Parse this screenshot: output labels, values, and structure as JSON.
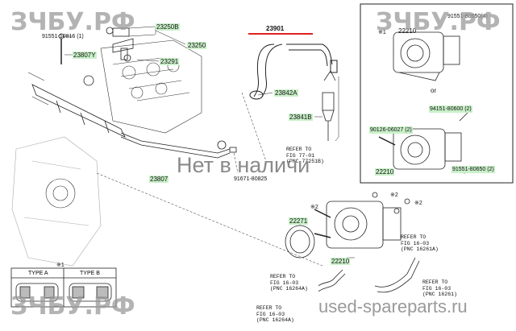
{
  "watermarks": {
    "brand": "ЗЧБУ.РФ",
    "stock_status": "Нет в наличи",
    "site": "used-spareparts.ru"
  },
  "parts": {
    "p23250b": "23250B",
    "p23250": "23250",
    "p23291": "23291",
    "p23807y": "23807Y",
    "p91551_10": "91551-10816 (1)",
    "p23807": "23807",
    "p91671": "91671-80825",
    "p23901": "23901",
    "p23842a": "23842A",
    "p23841b": "23841B",
    "p22271": "22271",
    "p22210_main": "22210",
    "p22210_inset": "22210",
    "p22210_top": "22210",
    "p91551_top": "91551-80650(4)",
    "p94151": "94151-80600 (2)",
    "p90126": "90126-06027 (2)",
    "p91551_bot": "91551-80650 (2)"
  },
  "notes": {
    "or": "or",
    "mark1": "※1",
    "mark2a": "※2",
    "mark2b": "※2",
    "mark2c": "※2",
    "mark1b": "※1"
  },
  "refs": {
    "r1": [
      "REFER TO",
      "FIG 77-01",
      "(PNC 77251B)"
    ],
    "r2": [
      "REFER TO",
      "FIG 16-03",
      "(PNC 16261A)"
    ],
    "r3": [
      "REFER TO",
      "FIG 16-03",
      "(PNC 16264A)"
    ],
    "r4": [
      "REFER TO",
      "FIG 16-03",
      "(PNC 16261)"
    ],
    "r5": [
      "REFER TO",
      "FIG 16-03",
      "(PNC 16264A)"
    ]
  },
  "legend": {
    "type_a": "TYPE A",
    "type_b": "TYPE B"
  }
}
